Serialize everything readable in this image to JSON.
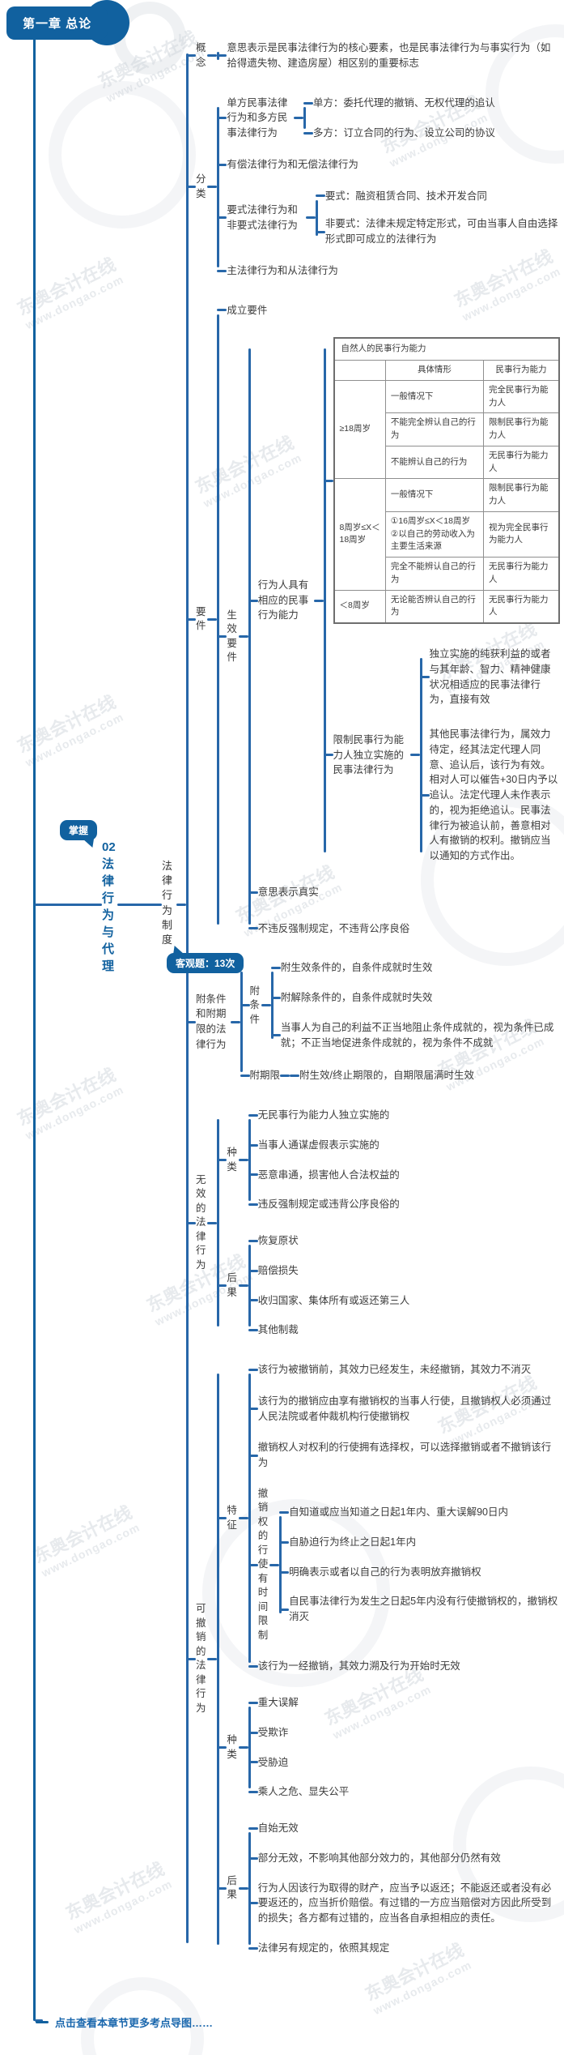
{
  "chapter": {
    "title": "第一章 总论"
  },
  "footer": {
    "label": "点击查看本章节更多考点导图……"
  },
  "watermark": {
    "brand": "东奥会计在线",
    "url": "www.dongao.com"
  },
  "colors": {
    "primary": "#11619f",
    "line": "#2767a9",
    "text": "#3c3c3c"
  },
  "center": {
    "tag": "掌握",
    "number": "02",
    "title": "法律行为与代理",
    "subnode": "法律行为制度",
    "subnode_tag": "客观题：13次"
  },
  "capacity_table": {
    "title": "自然人的民事行为能力",
    "headers": [
      "",
      "具体情形",
      "民事行为能力"
    ],
    "groups": [
      {
        "age": "≥18周岁",
        "rows": [
          [
            "一般情况下",
            "完全民事行为能力人"
          ],
          [
            "不能完全辨认自己的行为",
            "限制民事行为能力人"
          ],
          [
            "不能辨认自己的行为",
            "无民事行为能力人"
          ]
        ]
      },
      {
        "age": "8周岁≤X＜18周岁",
        "rows": [
          [
            "一般情况下",
            "限制民事行为能力人"
          ],
          [
            "①16周岁≤X＜18周岁 ②以自己的劳动收入为主要生活来源",
            "视为完全民事行为能力人"
          ],
          [
            "完全不能辨认自己的行为",
            "无民事行为能力人"
          ]
        ]
      },
      {
        "age": "＜8周岁",
        "rows": [
          [
            "无论能否辨认自己的行为",
            "无民事行为能力人"
          ]
        ]
      }
    ]
  },
  "tree": [
    {
      "label": "概念",
      "v": true,
      "children": [
        {
          "label": "意思表示是民事法律行为的核心要素，也是民事法律行为与事实行为（如拾得遗失物、建造房屋）相区别的重要标志"
        }
      ]
    },
    {
      "label": "分类",
      "v": true,
      "gap": 20,
      "children": [
        {
          "label": "单方民事法律行为和多方民事法律行为",
          "w": "6.6em",
          "gap": 18,
          "children": [
            {
              "label": "单方：委托代理的撤销、无权代理的追认"
            },
            {
              "label": "多方：订立合同的行为、设立公司的协议"
            }
          ]
        },
        {
          "label": "有偿法律行为和无偿法律行为"
        },
        {
          "label": "要式法律行为和非要式法律行为",
          "w": "7.8em",
          "gap": 16,
          "children": [
            {
              "label": "要式：融资租赁合同、技术开发合同"
            },
            {
              "label": "非要式：法律未规定特定形式，可由当事人自由选择形式即可成立的法律行为"
            }
          ]
        },
        {
          "label": "主法律行为和从法律行为"
        }
      ]
    },
    {
      "label": "要件",
      "v": true,
      "gap": 24,
      "children": [
        {
          "label": "成立要件"
        },
        {
          "label": "生效要件",
          "v": true,
          "gap": 26,
          "children": [
            {
              "label": "行为人具有相应的民事行为能力",
              "w": "5.5em",
              "gap": 28,
              "children": [
                {
                  "table": true
                },
                {
                  "label": "限制民事行为能力人独立实施的民事法律行为",
                  "w": "7.6em",
                  "gap": 24,
                  "children": [
                    {
                      "label": "独立实施的纯获利益的或者与其年龄、智力、精神健康状况相适应的民事法律行为，直接有效"
                    },
                    {
                      "label": "其他民事法律行为，属效力待定，经其法定代理人同意、追认后，该行为有效。相对人可以催告+30日内予以追认。法定代理人未作表示的，视为拒绝追认。民事法律行为被追认前，善意相对人有撤销的权利。撤销应当以通知的方式作出。"
                    }
                  ]
                }
              ]
            },
            {
              "label": "意思表示真实"
            },
            {
              "label": "不违反强制规定，不违背公序良俗"
            }
          ]
        }
      ]
    },
    {
      "label": "附条件和附期限的法律行为",
      "w": "3.4em",
      "gap": 22,
      "children": [
        {
          "label": "附条件",
          "v": true,
          "gap": 18,
          "children": [
            {
              "label": "附生效条件的，自条件成就时生效"
            },
            {
              "label": "附解除条件的，自条件成就时失效"
            },
            {
              "label": "当事人为自己的利益不正当地阻止条件成就的，视为条件已成就；不正当地促进条件成就的，视为条件不成就"
            }
          ]
        },
        {
          "label": "附期限",
          "children": [
            {
              "label": "附生效/终止期限的，自期限届满时生效"
            }
          ]
        }
      ]
    },
    {
      "label": "无效的法律行为",
      "v": true,
      "gap": 26,
      "children": [
        {
          "label": "种类",
          "v": true,
          "gap": 18,
          "children": [
            {
              "label": "无民事行为能力人独立实施的"
            },
            {
              "label": "当事人通谋虚假表示实施的"
            },
            {
              "label": "恶意串通，损害他人合法权益的"
            },
            {
              "label": "违反强制规定或违背公序良俗的"
            }
          ]
        },
        {
          "label": "后果",
          "v": true,
          "gap": 18,
          "children": [
            {
              "label": "恢复原状"
            },
            {
              "label": "赔偿损失"
            },
            {
              "label": "收归国家、集体所有或返还第三人"
            },
            {
              "label": "其他制裁"
            }
          ]
        }
      ]
    },
    {
      "label": "可撤销的法律行为",
      "v": true,
      "gap": 26,
      "children": [
        {
          "label": "特征",
          "v": true,
          "gap": 20,
          "children": [
            {
              "label": "该行为被撤销前，其效力已经发生，未经撤销，其效力不消灭"
            },
            {
              "label": "该行为的撤销应由享有撤销权的当事人行使，且撤销权人必须通过人民法院或者仲裁机构行使撤销权"
            },
            {
              "label": "撤销权人对权利的行使拥有选择权，可以选择撤销或者不撤销该行为"
            },
            {
              "label": "撤销权的行使有时间限制",
              "v": true,
              "gap": 18,
              "children": [
                {
                  "label": "自知道或应当知道之日起1年内、重大误解90日内"
                },
                {
                  "label": "自胁迫行为终止之日起1年内"
                },
                {
                  "label": "明确表示或者以自己的行为表明放弃撤销权"
                },
                {
                  "label": "自民事法律行为发生之日起5年内没有行使撤销权的，撤销权消灭"
                }
              ]
            },
            {
              "label": "该行为一经撤销，其效力溯及行为开始时无效"
            }
          ]
        },
        {
          "label": "种类",
          "v": true,
          "gap": 18,
          "children": [
            {
              "label": "重大误解"
            },
            {
              "label": "受欺诈"
            },
            {
              "label": "受胁迫"
            },
            {
              "label": "乘人之危、显失公平"
            }
          ]
        },
        {
          "label": "后果",
          "v": true,
          "gap": 18,
          "children": [
            {
              "label": "自始无效"
            },
            {
              "label": "部分无效，不影响其他部分效力的，其他部分仍然有效"
            },
            {
              "label": "行为人因该行为取得的财产，应当予以返还；不能返还或者没有必要返还的，应当折价赔偿。有过错的一方应当赔偿对方因此所受到的损失；各方都有过错的，应当各自承担相应的责任。"
            },
            {
              "label": "法律另有规定的，依照其规定"
            }
          ]
        }
      ]
    }
  ]
}
